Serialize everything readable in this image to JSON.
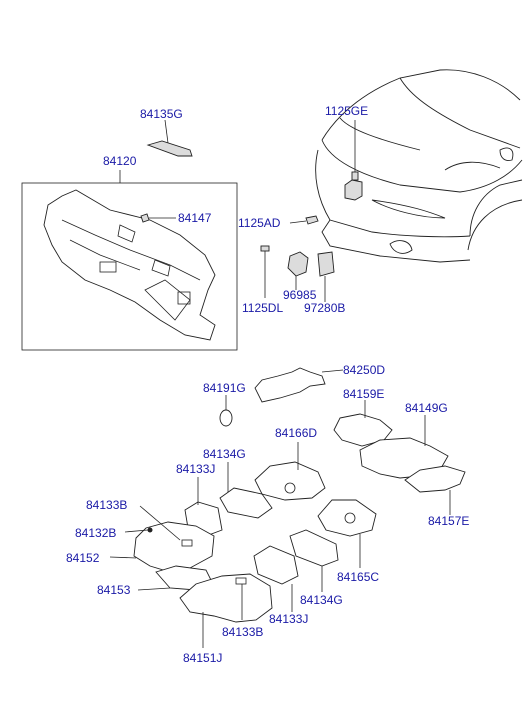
{
  "labels": {
    "p84135G": "84135G",
    "p84120": "84120",
    "p84147": "84147",
    "p1125GE": "1125GE",
    "p1125AD": "1125AD",
    "p1125DL": "1125DL",
    "p96985": "96985",
    "p97280B": "97280B",
    "p84250D": "84250D",
    "p84191G": "84191G",
    "p84159E": "84159E",
    "p84149G": "84149G",
    "p84166D": "84166D",
    "p84134G_top": "84134G",
    "p84133J_top": "84133J",
    "p84133B_left": "84133B",
    "p84132B": "84132B",
    "p84152": "84152",
    "p84153": "84153",
    "p84157E": "84157E",
    "p84165C": "84165C",
    "p84134G_bot": "84134G",
    "p84133J_bot": "84133J",
    "p84133B_bot": "84133B",
    "p84151J": "84151J"
  }
}
